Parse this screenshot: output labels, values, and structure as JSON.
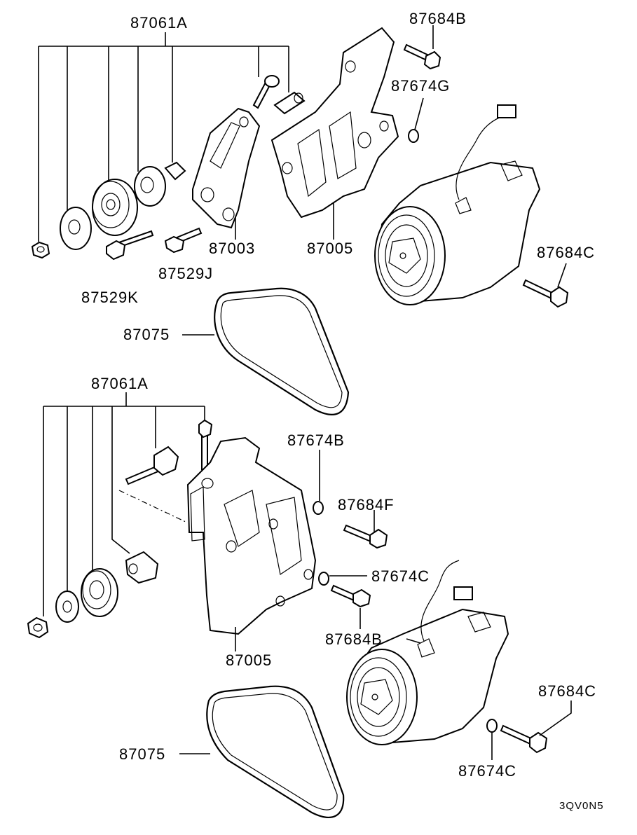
{
  "labels": {
    "top_kit": "87061A",
    "top_idler_bolt": "87529K",
    "top_bolt_j": "87529J",
    "top_bracket_a": "87003",
    "top_bracket_b": "87005",
    "top_bolt_b": "87684B",
    "top_washer_g": "87674G",
    "top_bolt_c": "87684C",
    "top_belt": "87075",
    "bottom_kit": "87061A",
    "bottom_bracket": "87005",
    "bottom_washer_b": "87674B",
    "bottom_bolt_f": "87684F",
    "bottom_washer_c": "87674C",
    "bottom_bolt_b": "87684B",
    "bottom_bolt_c": "87684C",
    "bottom_washer_c2": "87674C",
    "bottom_belt": "87075"
  },
  "figure_code": "3QV0N5"
}
